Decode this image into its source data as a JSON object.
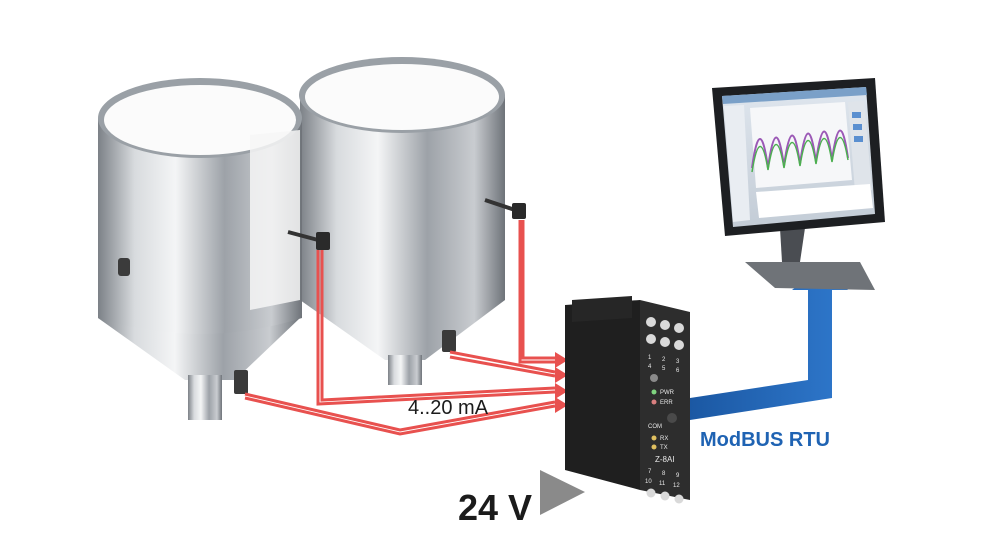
{
  "signal_label": "4..20 mA",
  "bus_label": "ModBUS RTU",
  "power_label": "24 V",
  "module": {
    "model_label": "Z-8AI",
    "terminals_top": [
      "1",
      "2",
      "3",
      "4",
      "5",
      "6"
    ],
    "terminals_bottom": [
      "7",
      "8",
      "9",
      "10",
      "11",
      "12"
    ],
    "led_labels": [
      "PWR",
      "ERR",
      "COM",
      "RX",
      "TX"
    ]
  },
  "colors": {
    "signal_wire": "#e8514f",
    "bus_arrow": "#1f63b3",
    "power_arrow": "#8a8a8a",
    "module_body": "#2d2d2d",
    "steel_light": "#eceef0",
    "steel_dark": "#7a7f85"
  },
  "icons": {
    "tank_left": "silo-tank-icon",
    "tank_right": "silo-tank-icon",
    "monitor": "computer-monitor-icon",
    "module": "din-rail-io-module-icon"
  }
}
